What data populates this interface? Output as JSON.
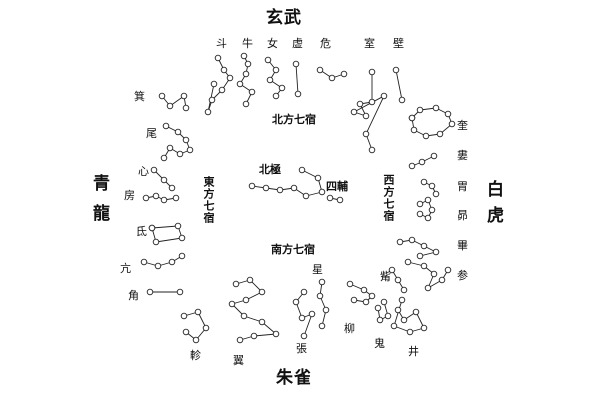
{
  "guardians": {
    "north": "玄武",
    "west": "白虎",
    "south": "朱雀",
    "east_top": "青",
    "east_bottom": "龍"
  },
  "regions": {
    "north": "北方七宿",
    "south": "南方七宿",
    "east": "東方七宿",
    "west": "西方七宿"
  },
  "center": {
    "polaris": "北極",
    "sifu": "四輔"
  },
  "mansions": {
    "north": [
      "斗",
      "牛",
      "女",
      "虚",
      "危",
      "室",
      "壁"
    ],
    "west": [
      "奎",
      "婁",
      "胃",
      "昴",
      "畢",
      "参"
    ],
    "south": [
      "井",
      "鬼",
      "柳",
      "星",
      "張",
      "翼",
      "軫"
    ],
    "south_extra": "觜",
    "east": [
      "箕",
      "尾",
      "心",
      "房",
      "氐",
      "亢",
      "角"
    ]
  }
}
